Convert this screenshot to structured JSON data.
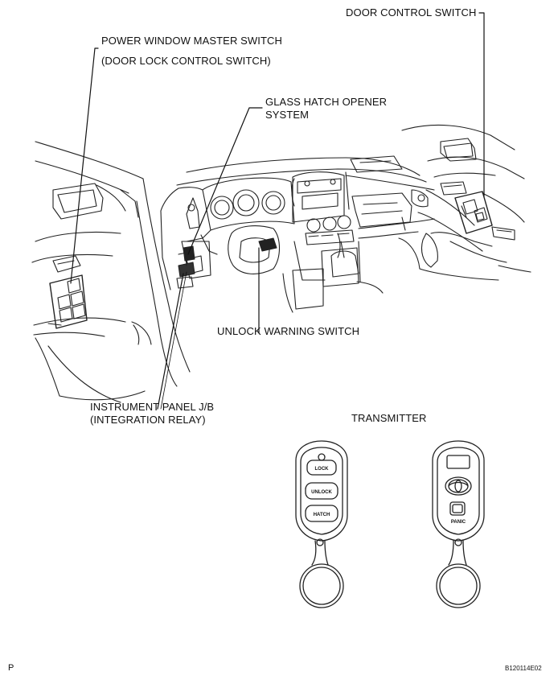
{
  "labels": {
    "door_control_switch": "DOOR CONTROL SWITCH",
    "power_window_master_switch": "POWER WINDOW MASTER SWITCH",
    "door_lock_control_switch": "(DOOR LOCK CONTROL SWITCH)",
    "glass_hatch_opener_line1": "GLASS HATCH OPENER",
    "glass_hatch_opener_line2": "SYSTEM",
    "unlock_warning_switch": "UNLOCK WARNING SWITCH",
    "instrument_panel_jb": "INSTRUMENT PANEL J/B",
    "integration_relay": "(INTEGRATION RELAY)",
    "transmitter": "TRANSMITTER"
  },
  "transmitter_left": {
    "buttons": [
      "LOCK",
      "UNLOCK",
      "HATCH"
    ]
  },
  "transmitter_right": {
    "panic_label": "PANIC"
  },
  "footer": {
    "page_letter": "P",
    "figure_code": "B120114E02"
  }
}
